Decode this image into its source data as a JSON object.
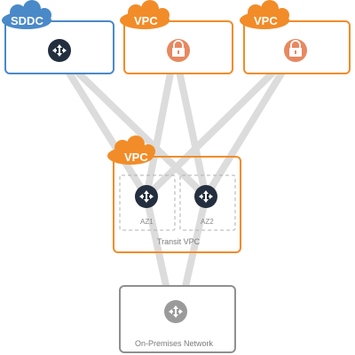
{
  "nodes": {
    "sddc": {
      "label": "SDDC"
    },
    "vpc_1": {
      "label": "VPC"
    },
    "vpc_2": {
      "label": "VPC"
    },
    "transit": {
      "cloud_label": "VPC",
      "caption": "Transit VPC",
      "az1": "AZ1",
      "az2": "AZ2"
    },
    "onprem": {
      "caption": "On-Premises Network"
    }
  },
  "colors": {
    "sddc": "#4a89c8",
    "vpc": "#f28c28",
    "onprem": "#8f8f8f",
    "connector": "#dcdcdc",
    "router_fill": "#232f3e",
    "lock_fill": "#e8885f"
  },
  "icons": {
    "sddc_router": "router-icon",
    "vpc_lock": "lock-icon",
    "transit_router": "router-icon",
    "onprem_router": "router-icon"
  }
}
